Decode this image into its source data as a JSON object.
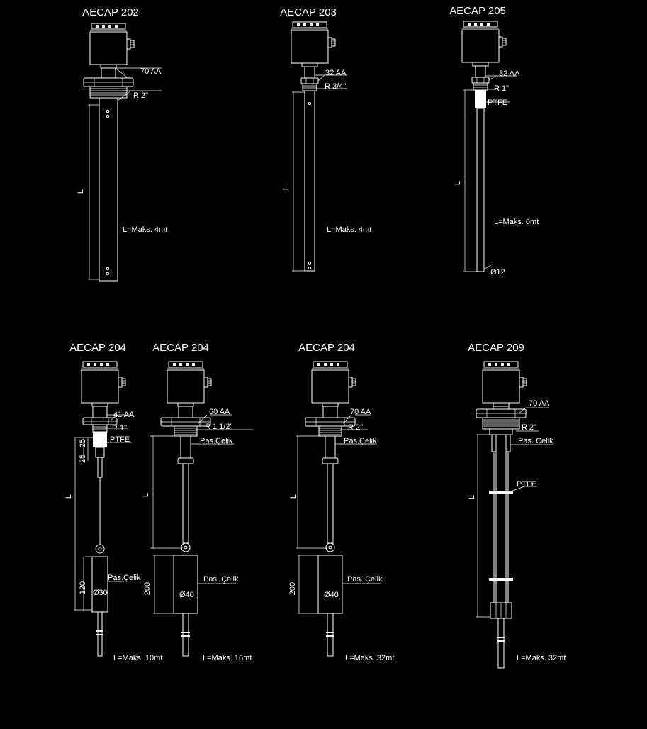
{
  "sensors": {
    "aecap202": {
      "title": "AECAP 202",
      "wrench": "70 AA",
      "thread": "R 2\"",
      "length_symbol": "L",
      "max_length": "L=Maks. 4mt"
    },
    "aecap203": {
      "title": "AECAP 203",
      "wrench": "32 AA",
      "thread": "R 3/4\"",
      "length_symbol": "L",
      "max_length": "L=Maks. 4mt"
    },
    "aecap205": {
      "title": "AECAP 205",
      "wrench": "32 AA",
      "thread": "R 1\"",
      "material": "PTFE",
      "length_symbol": "L",
      "max_length": "L=Maks. 6mt",
      "diameter": "Ø12"
    },
    "aecap204a": {
      "title": "AECAP 204",
      "wrench": "41 AA",
      "thread": "R 1\"",
      "material": "PTFE",
      "dim_top_1": "25",
      "dim_top_2": "25",
      "length_symbol": "L",
      "weight_height": "120",
      "weight_material": "Pas.Çelik",
      "weight_diameter": "Ø30",
      "max_length": "L=Maks. 10mt"
    },
    "aecap204b": {
      "title": "AECAP 204",
      "wrench": "60 AA",
      "thread": "R 1 1/2\"",
      "rod_material": "Pas.Çelik",
      "length_symbol": "L",
      "weight_height": "200",
      "weight_material": "Pas. Çelik",
      "weight_diameter": "Ø40",
      "max_length": "L=Maks. 16mt"
    },
    "aecap204c": {
      "title": "AECAP 204",
      "wrench": "70 AA",
      "thread": "R 2\"",
      "rod_material": "Pas.Çelik",
      "length_symbol": "L",
      "weight_height": "200",
      "weight_material": "Pas. Çelik",
      "weight_diameter": "Ø40",
      "max_length": "L=Maks. 32mt"
    },
    "aecap209": {
      "title": "AECAP 209",
      "wrench": "70 AA",
      "thread": "R 2\"",
      "rod_material": "Pas. Çelik",
      "spacer_material": "PTFE",
      "length_symbol": "L",
      "max_length": "L=Maks. 32mt"
    }
  }
}
